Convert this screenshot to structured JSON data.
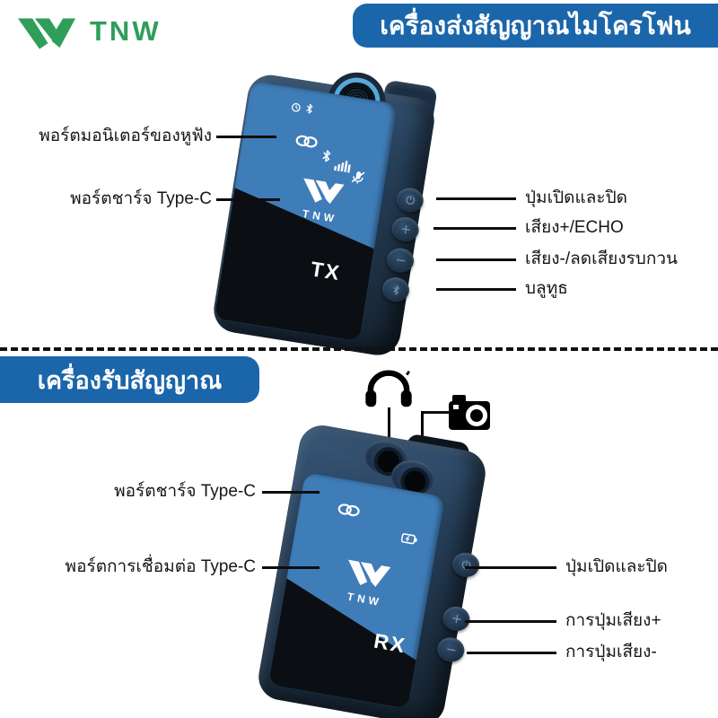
{
  "brand": {
    "name": "TNW"
  },
  "colors": {
    "banner_blue": "#1b66aa",
    "logo_green": "#2f9e5b",
    "device_screen_blue": "#3f7db9",
    "device_body_navy": "#1c2e44",
    "label_text": "#161616"
  },
  "transmitter": {
    "banner_title": "เครื่องส่งสัญญาณไมโครโฟน",
    "device": {
      "logo": "TNW",
      "label": "TX"
    },
    "left_labels": [
      "พอร์ตมอนิเตอร์ของหูฟัง",
      "พอร์ตชาร์จ Type-C"
    ],
    "right_labels": [
      "ปุ่มเปิดและปิด",
      "เสียง+/ECHO",
      "เสียง-/ลดเสียงรบกวน",
      "บลูทูธ"
    ],
    "screen_icons": [
      "clock-icon",
      "bluetooth-small-icon",
      "link-icon",
      "bluetooth-icon",
      "volume-bars-icon",
      "mic-mute-icon"
    ]
  },
  "receiver": {
    "banner_title": "เครื่องรับสัญญาณ",
    "device": {
      "logo": "TNW",
      "label": "RX"
    },
    "top_icons": [
      "headphones-icon",
      "camera-icon"
    ],
    "left_labels": [
      "พอร์ตชาร์จ Type-C",
      "พอร์ตการเชื่อมต่อ Type-C"
    ],
    "right_labels": [
      "ปุ่มเปิดและปิด",
      "การปุ่มเสียง+",
      "การปุ่มเสียง-"
    ],
    "screen_icons": [
      "link-icon",
      "battery-charge-icon"
    ]
  }
}
